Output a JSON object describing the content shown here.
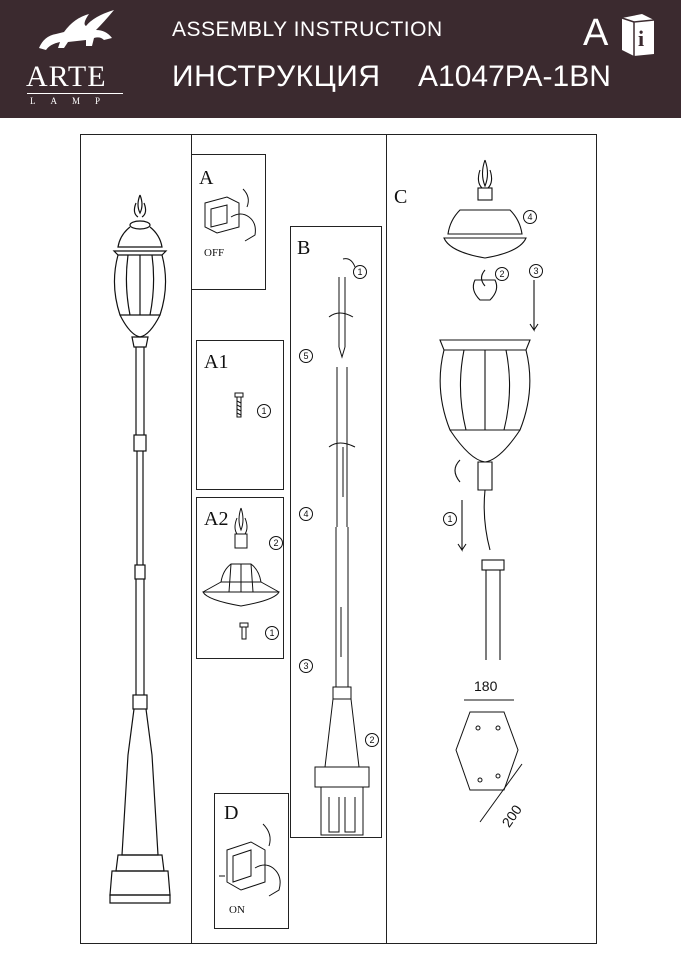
{
  "header": {
    "brand": "ARTE",
    "brand_sub": "LAMP",
    "title_en": "ASSEMBLY  INSTRUCTION",
    "title_ru": "ИНСТРУКЦИЯ",
    "model": "A1047PA-1BN",
    "lang_letter": "A",
    "info_glyph": "i"
  },
  "panels": {
    "a": {
      "label": "A",
      "caption": "OFF"
    },
    "a1": {
      "label": "A1",
      "step1": "1"
    },
    "a2": {
      "label": "A2",
      "step2": "2",
      "step1": "1"
    },
    "b": {
      "label": "B",
      "step1": "1",
      "step5": "5",
      "step4": "4",
      "step3": "3",
      "step2": "2"
    },
    "c": {
      "label": "C",
      "step4": "4",
      "step2": "2",
      "step3": "3",
      "step1": "1",
      "dim_width": "180",
      "dim_depth": "200"
    },
    "d": {
      "label": "D",
      "caption": "ON"
    }
  }
}
